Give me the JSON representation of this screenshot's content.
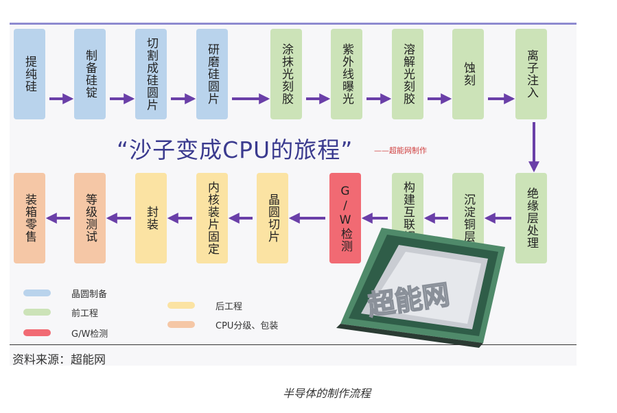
{
  "title": "“沙子变成CPU的旅程”",
  "credit": "——超能网制作",
  "top_row": [
    {
      "label": "提纯硅",
      "category": "wafer"
    },
    {
      "label": "制备硅锭",
      "category": "wafer"
    },
    {
      "label": "切割成硅圆片",
      "category": "wafer"
    },
    {
      "label": "研磨硅圆片",
      "category": "wafer"
    },
    {
      "label": "涂抹光刻胶",
      "category": "front"
    },
    {
      "label": "紫外线曝光",
      "category": "front"
    },
    {
      "label": "溶解光刻胶",
      "category": "front"
    },
    {
      "label": "蚀刻",
      "category": "front"
    },
    {
      "label": "离子注入",
      "category": "front"
    }
  ],
  "bottom_row": [
    {
      "label": "装箱零售",
      "category": "pkg"
    },
    {
      "label": "等级测试",
      "category": "pkg"
    },
    {
      "label": "封装",
      "category": "back"
    },
    {
      "label": "内核装片固定",
      "category": "back"
    },
    {
      "label": "晶圆切片",
      "category": "back"
    },
    {
      "label": "G/W检测",
      "category": "gw"
    },
    {
      "label": "构建互联铜层",
      "category": "front"
    },
    {
      "label": "沉淀铜层",
      "category": "front"
    },
    {
      "label": "绝缘层处理",
      "category": "front"
    }
  ],
  "legend": [
    {
      "label": "晶圆制备",
      "color": "#b9d3ec"
    },
    {
      "label": "前工程",
      "color": "#cce3b8"
    },
    {
      "label": "G/W检测",
      "color": "#f16a73"
    },
    {
      "label": "后工程",
      "color": "#fbe3a3"
    },
    {
      "label": "CPU分级、包装",
      "color": "#f5c7a6"
    }
  ],
  "watermark": "超能网",
  "source": "资料来源：超能网",
  "caption": "半导体的制作流程",
  "colors": {
    "arrow": "#6a3fa8",
    "title": "#3b3b8f",
    "accent_line": "#8e8ad0"
  }
}
